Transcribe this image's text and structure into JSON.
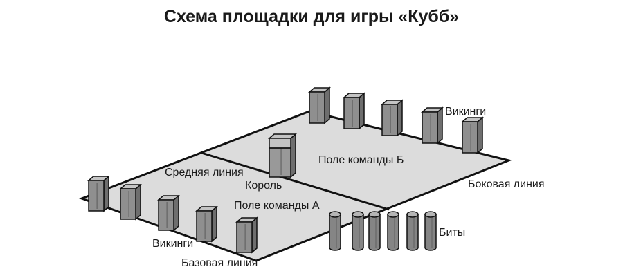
{
  "title": "Схема площадки для игры «Кубб»",
  "labels": {
    "vikings_top": "Викинги",
    "field_b": "Поле команды Б",
    "middle_line": "Средняя линия",
    "king": "Король",
    "side_line": "Боковая линия",
    "field_a": "Поле команды А",
    "bats": "Биты",
    "vikings_bottom": "Викинги",
    "base_line": "Базовая линия"
  },
  "colors": {
    "field": "#dcdcdc",
    "outline": "#111111",
    "block_front": "#8f8f8f",
    "block_side": "#6e6e6e",
    "block_top": "#c4c4c4",
    "king_front": "#999999",
    "bat": "#858585"
  },
  "counts": {
    "vikings_team_b": 5,
    "vikings_team_a": 5,
    "bats": 6
  }
}
